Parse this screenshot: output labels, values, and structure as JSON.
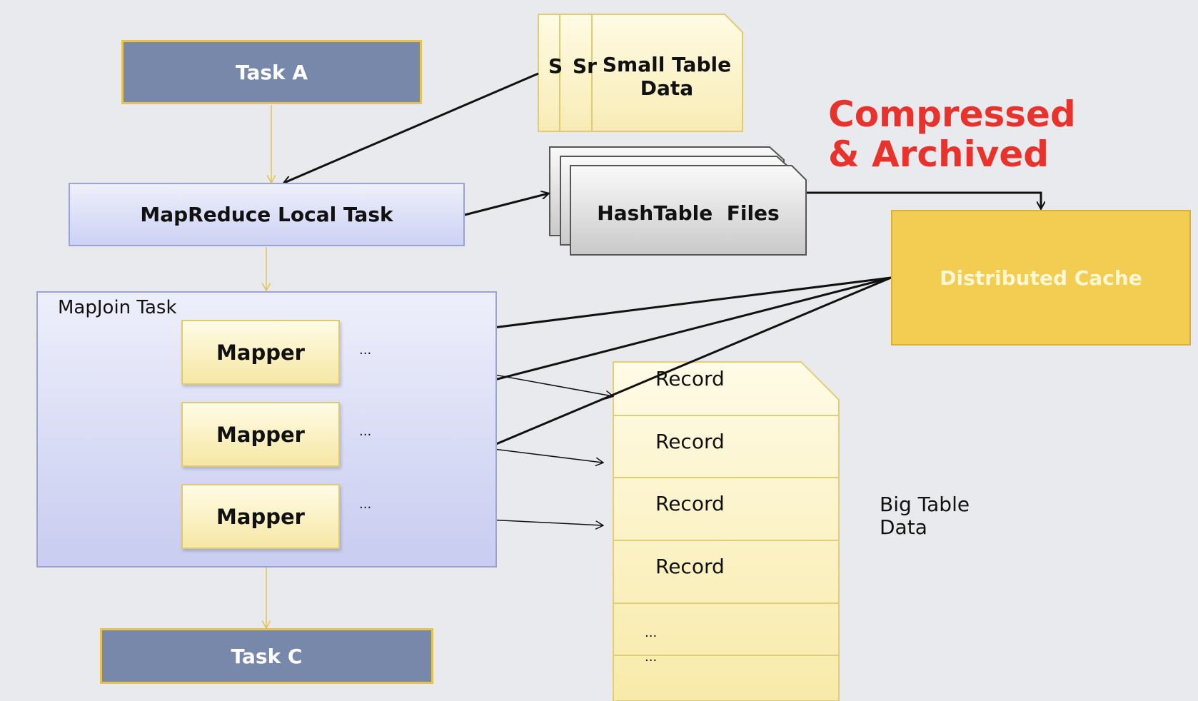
{
  "task_a": "Task A",
  "local_task": "MapReduce Local Task",
  "small_table": {
    "back_1": "S",
    "back_2": "Sr",
    "line1": "Small Table",
    "line2": "Data"
  },
  "headline": {
    "line1": "Compressed",
    "line2": "& Archived"
  },
  "hashtable": "HashTable  Files",
  "distributed_cache": "Distributed Cache",
  "mapjoin": {
    "label": "MapJoin Task",
    "mappers": [
      "Mapper",
      "Mapper",
      "Mapper"
    ],
    "ellipsis": "..."
  },
  "big_table": {
    "records": [
      "Record",
      "Record",
      "Record",
      "Record"
    ],
    "more": [
      "...",
      "..."
    ],
    "label_line1": "Big Table",
    "label_line2": "Data"
  },
  "task_c": "Task C",
  "colors": {
    "task_fill": "#7888ab",
    "task_border": "#e6c250",
    "cache_fill": "#f2cd52",
    "headline": "#e8322b",
    "flow_arrow": "#e6c250"
  }
}
